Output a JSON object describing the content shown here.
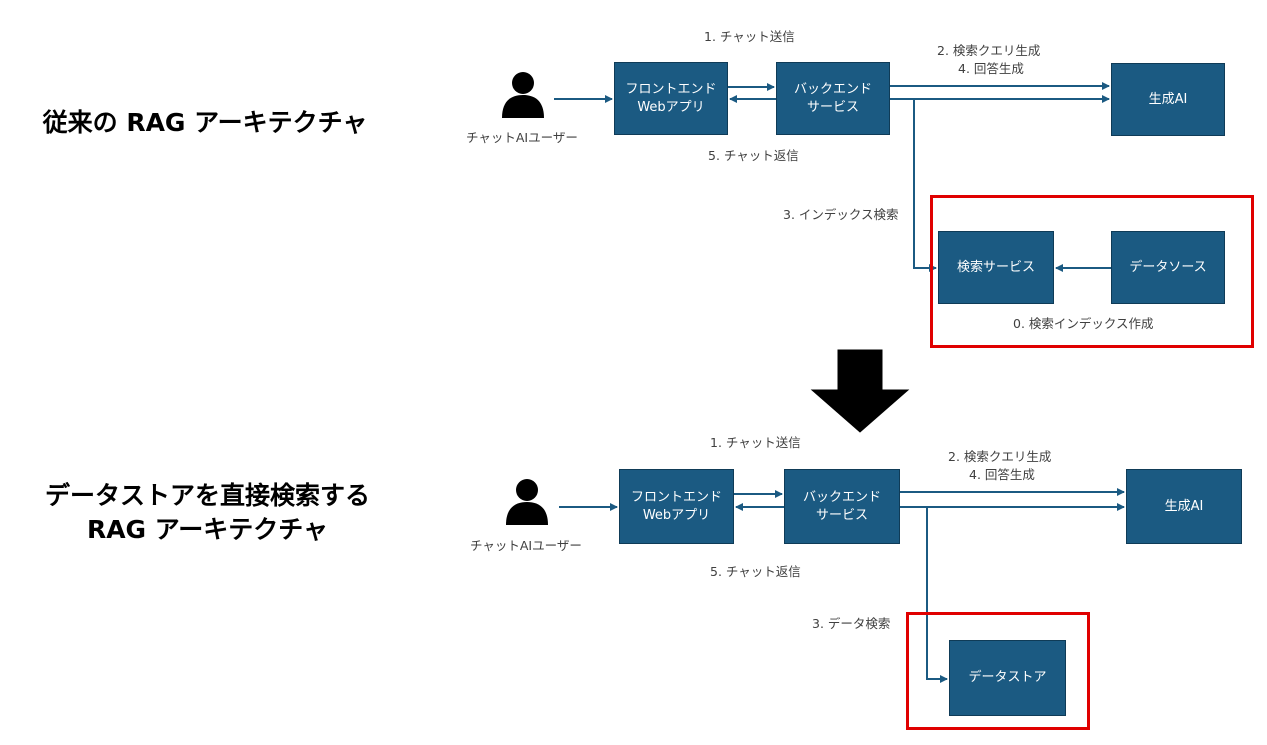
{
  "top": {
    "title": "従来の RAG アーキテクチャ",
    "user_label": "チャットAIユーザー",
    "frontend": {
      "line1": "フロントエンド",
      "line2": "Webアプリ"
    },
    "backend": {
      "line1": "バックエンド",
      "line2": "サービス"
    },
    "genai": "生成AI",
    "search_service": "検索サービス",
    "data_source": "データソース",
    "step1": "1. チャット送信",
    "step2": "2. 検索クエリ生成",
    "step4": "4. 回答生成",
    "step5": "5. チャット返信",
    "step3": "3. インデックス検索",
    "step0": "0. 検索インデックス作成"
  },
  "bottom": {
    "title_line1": "データストアを直接検索する",
    "title_line2": "RAG アーキテクチャ",
    "user_label": "チャットAIユーザー",
    "frontend": {
      "line1": "フロントエンド",
      "line2": "Webアプリ"
    },
    "backend": {
      "line1": "バックエンド",
      "line2": "サービス"
    },
    "genai": "生成AI",
    "datastore": "データストア",
    "step1": "1. チャット送信",
    "step2": "2. 検索クエリ生成",
    "step4": "4. 回答生成",
    "step5": "5. チャット返信",
    "step3": "3. データ検索"
  },
  "colors": {
    "box": "#1b5a82",
    "arrow": "#1b5a82",
    "highlight": "#e00000",
    "transition_arrow": "#000000"
  }
}
